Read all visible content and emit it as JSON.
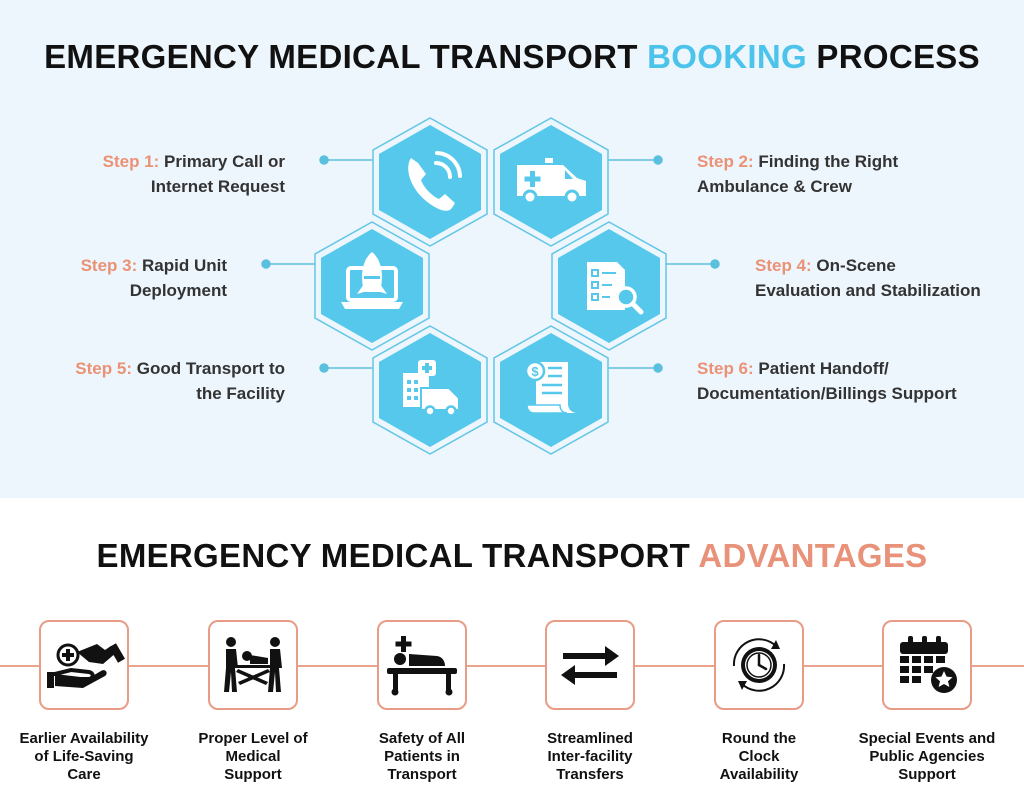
{
  "process": {
    "title_main": "EMERGENCY MEDICAL TRANSPORT ",
    "title_accent": "BOOKING",
    "title_end": " PROCESS",
    "steps": [
      {
        "num": "Step 1:",
        "line1": "Primary Call or",
        "line2": "Internet Request",
        "icon": "phone-call-icon"
      },
      {
        "num": "Step 2:",
        "line1": "Finding the Right",
        "line2": "Ambulance & Crew",
        "icon": "ambulance-icon"
      },
      {
        "num": "Step 3:",
        "line1": "Rapid Unit",
        "line2": "Deployment",
        "icon": "rocket-laptop-icon"
      },
      {
        "num": "Step 4:",
        "line1": "On-Scene",
        "line2": "Evaluation and Stabilization",
        "icon": "checklist-magnifier-icon"
      },
      {
        "num": "Step 5:",
        "line1": "Good Transport to",
        "line2": "the Facility",
        "icon": "hospital-van-icon"
      },
      {
        "num": "Step 6:",
        "line1": "Patient Handoff/",
        "line2": "Documentation/Billings Support",
        "icon": "invoice-dollar-icon"
      }
    ]
  },
  "advantages": {
    "title_main": "EMERGENCY MEDICAL TRANSPORT ",
    "title_accent": "ADVANTAGES",
    "items": [
      {
        "line1": "Earlier Availability",
        "line2": "of Life-Saving",
        "line3": "Care",
        "icon": "hands-medical-icon"
      },
      {
        "line1": "Proper Level of",
        "line2": "Medical",
        "line3": "Support",
        "icon": "stretcher-carry-icon"
      },
      {
        "line1": "Safety of All",
        "line2": "Patients in",
        "line3": "Transport",
        "icon": "patient-bed-icon"
      },
      {
        "line1": "Streamlined",
        "line2": "Inter-facility",
        "line3": "Transfers",
        "icon": "transfer-arrows-icon"
      },
      {
        "line1": "Round the",
        "line2": "Clock",
        "line3": "Availability",
        "icon": "clock-cycle-icon"
      },
      {
        "line1": "Special Events and",
        "line2": "Public Agencies",
        "line3": "Support",
        "icon": "calendar-star-icon"
      }
    ]
  },
  "colors": {
    "hex_fill": "#56c8ec",
    "hex_outline": "#62c6e6",
    "connector": "#5bc0de",
    "step_number": "#ea9276",
    "adv_border": "#e89c85",
    "top_background": "#eef6fd"
  }
}
